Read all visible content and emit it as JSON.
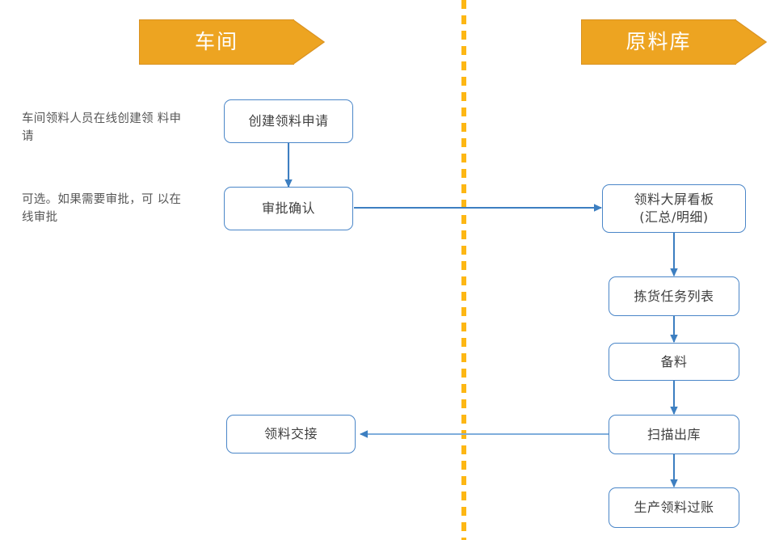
{
  "diagram": {
    "title_text": "",
    "colors": {
      "lane_banner_fill": "#EDA421",
      "lane_banner_border": "#D99222",
      "lane_divider": "#FDB714",
      "node_border": "#4A86C8",
      "node_text": "#3F3F3F",
      "connector_dark": "#3D7FC1",
      "connector_light": "#7FAEDC",
      "note_text": "#565656"
    },
    "lanes": [
      {
        "id": "lane-workshop",
        "label": "车间"
      },
      {
        "id": "lane-warehouse",
        "label": "原料库"
      }
    ],
    "notes": [
      {
        "id": "note-create",
        "line1": "车间领料人员在线创建领",
        "line2": "料申请"
      },
      {
        "id": "note-approve",
        "line1": "可选。如果需要审批，可",
        "line2": "以在线审批"
      }
    ],
    "nodes": [
      {
        "id": "node-create-request",
        "lane": "车间",
        "line1": "创建领料申请",
        "line2": ""
      },
      {
        "id": "node-approve-confirm",
        "lane": "车间",
        "line1": "审批确认",
        "line2": ""
      },
      {
        "id": "node-handover",
        "lane": "车间",
        "line1": "领料交接",
        "line2": ""
      },
      {
        "id": "node-dashboard",
        "lane": "原料库",
        "line1": "领料大屏看板",
        "line2": "(汇总/明细)"
      },
      {
        "id": "node-pick-task-list",
        "lane": "原料库",
        "line1": "拣货任务列表",
        "line2": ""
      },
      {
        "id": "node-prepare",
        "lane": "原料库",
        "line1": "备料",
        "line2": ""
      },
      {
        "id": "node-scan-outbound",
        "lane": "原料库",
        "line1": "扫描出库",
        "line2": ""
      },
      {
        "id": "node-posting",
        "lane": "原料库",
        "line1": "生产领料过账",
        "line2": ""
      }
    ],
    "edges": [
      {
        "id": "edge-create-to-approve",
        "from": "创建领料申请",
        "to": "审批确认",
        "direction": "down"
      },
      {
        "id": "edge-approve-to-dashboard",
        "from": "审批确认",
        "to": "领料大屏看板",
        "direction": "right"
      },
      {
        "id": "edge-dashboard-to-picklist",
        "from": "领料大屏看板",
        "to": "拣货任务列表",
        "direction": "down"
      },
      {
        "id": "edge-picklist-to-prepare",
        "from": "拣货任务列表",
        "to": "备料",
        "direction": "down"
      },
      {
        "id": "edge-prepare-to-scan",
        "from": "备料",
        "to": "扫描出库",
        "direction": "down"
      },
      {
        "id": "edge-scan-to-handover",
        "from": "扫描出库",
        "to": "领料交接",
        "direction": "left"
      },
      {
        "id": "edge-scan-to-posting",
        "from": "扫描出库",
        "to": "生产领料过账",
        "direction": "down"
      }
    ]
  }
}
